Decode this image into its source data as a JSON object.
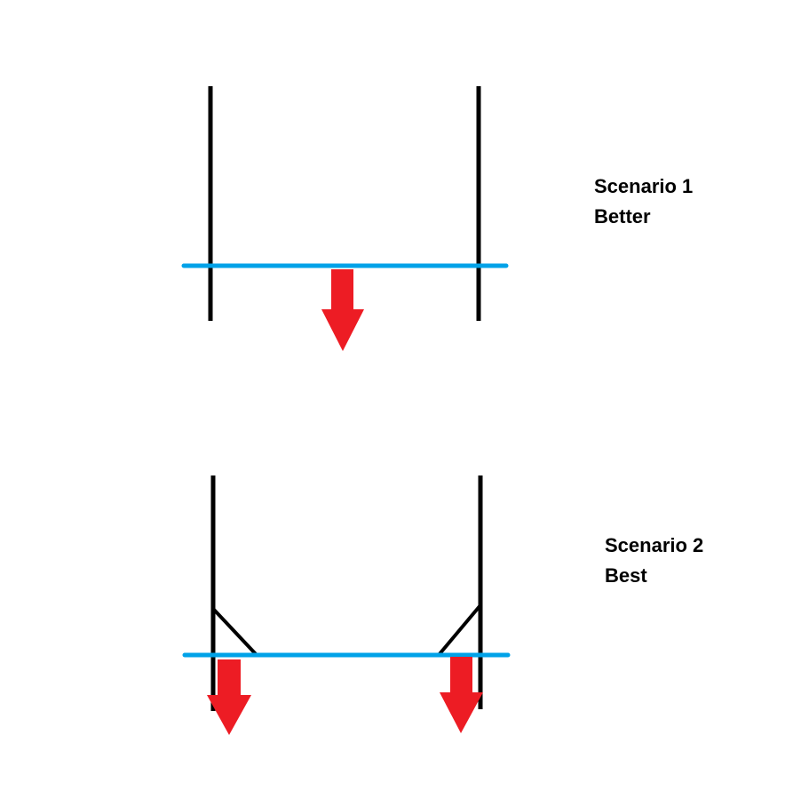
{
  "scenarios": [
    {
      "title": "Scenario 1",
      "rating": "Better"
    },
    {
      "title": "Scenario 2",
      "rating": "Best"
    }
  ],
  "colors": {
    "post": "#000000",
    "bar": "#00a2e8",
    "arrow": "#ed1c24"
  }
}
